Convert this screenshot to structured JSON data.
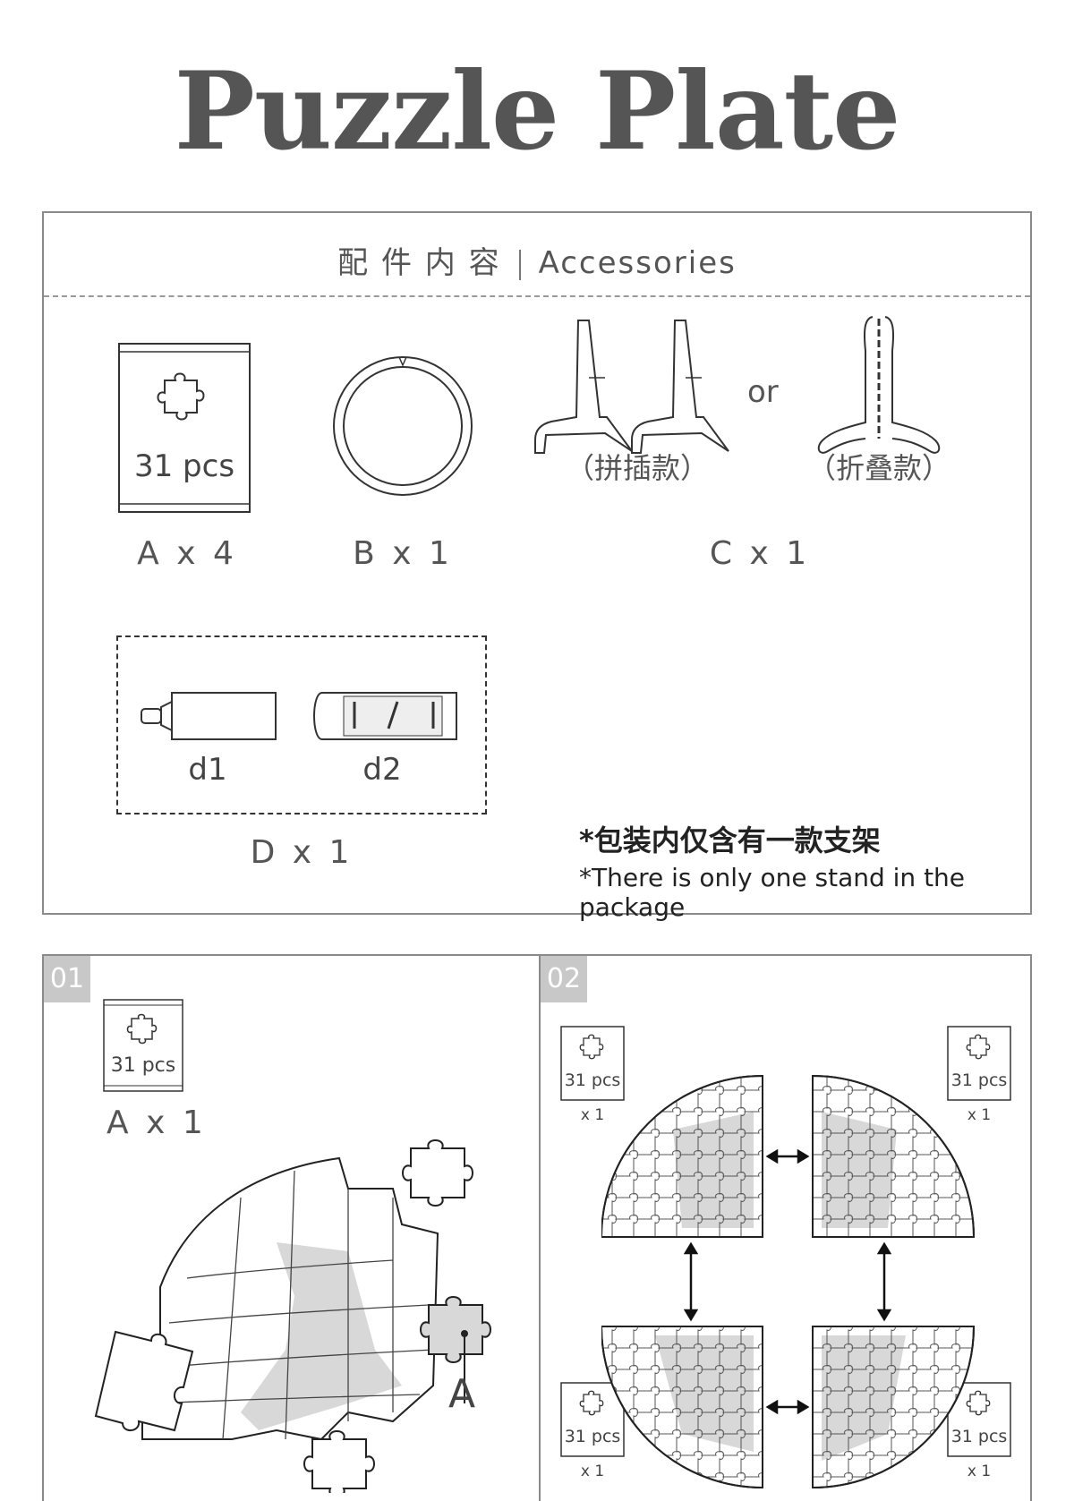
{
  "title": "Puzzle Plate",
  "accessories": {
    "header_cn": "配 件 内 容",
    "header_en": "Accessories",
    "item_a": {
      "count_label": "31 pcs",
      "label": "A x 4"
    },
    "item_b": {
      "label": "B x 1"
    },
    "item_c": {
      "or_text": "or",
      "variant1": "（拼插款）",
      "variant2": "（折叠款）",
      "label": "C x 1"
    },
    "item_d": {
      "d1": "d1",
      "d2": "d2",
      "label": "D x 1"
    },
    "note_cn": "*包装内仅含有一款支架",
    "note_en": "*There is only one stand in the package"
  },
  "step1": {
    "number": "01",
    "pack_label": "31 pcs",
    "pack_count": "A x 1",
    "piece_label": "A"
  },
  "step2": {
    "number": "02",
    "pack_label": "31 pcs",
    "pack_count": "x 1"
  }
}
